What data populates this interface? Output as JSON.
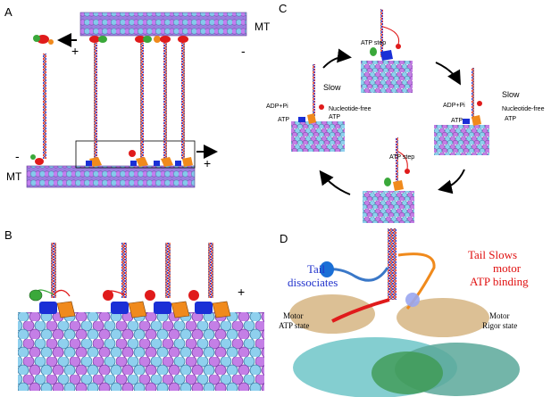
{
  "panels": {
    "a": "A",
    "b": "B",
    "c": "C",
    "d": "D"
  },
  "panel_a": {
    "mt_top": "MT",
    "mt_bottom": "MT",
    "plus_top": "+",
    "minus_top": "-",
    "minus_bottom": "-",
    "plus_bottom": "+"
  },
  "panel_b": {
    "plus": "+"
  },
  "panel_c": {
    "top_atp_step": "ATP step",
    "bottom_atp_step": "ATP step",
    "left_slow": "Slow",
    "left_adp": "ADP+Pi",
    "left_nucfree": "Nucleotide-free",
    "left_atp_a": "ATP",
    "left_atp_b": "ATP",
    "right_slow": "Slow",
    "right_adp": "ADP+Pi",
    "right_nucfree": "Nucleotide-free",
    "right_atp_a": "ATP",
    "right_atp_b": "ATP"
  },
  "panel_d": {
    "tail_dissociates": [
      "Tail",
      "dissociates"
    ],
    "tail_slows": [
      "Tail Slows",
      "motor",
      "ATP binding"
    ],
    "motor_left": [
      "Motor",
      "ATP state"
    ],
    "motor_right": [
      "Motor",
      "Rigor state"
    ]
  },
  "colors": {
    "tubulin_purple": "#b56fe0",
    "tubulin_blue": "#7ec8e6",
    "motor_blue": "#1a2fd6",
    "motor_orange": "#f08a1c",
    "tail_red": "#e01b1b",
    "tail_green": "#3aa83a",
    "tail_blue_text": "#2233cc",
    "tail_red_text": "#e01010"
  }
}
